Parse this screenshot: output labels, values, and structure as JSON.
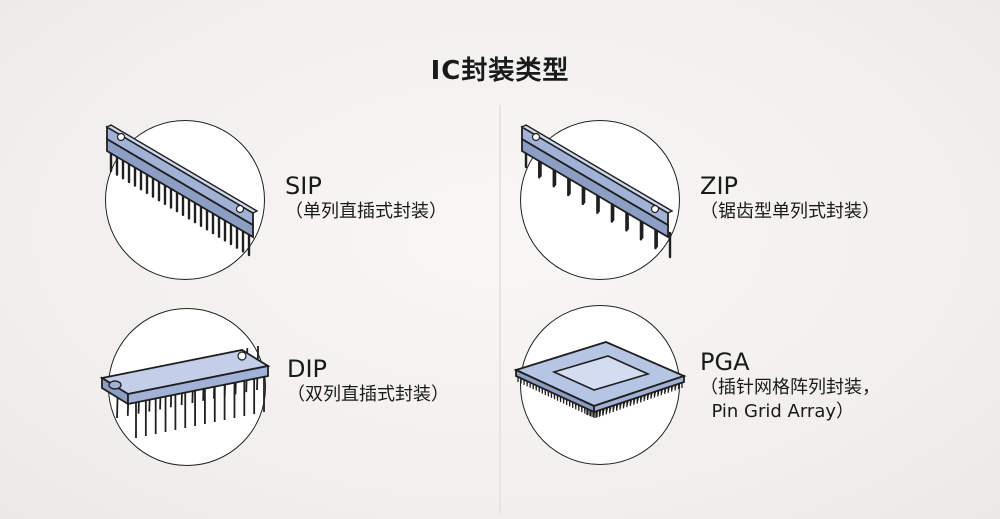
{
  "title": "IC封装类型",
  "packages": [
    {
      "name": "SIP",
      "desc": "（单列直插式封装）",
      "image": "sip-package"
    },
    {
      "name": "ZIP",
      "desc": "（锯齿型单列式封装）",
      "image": "zip-package"
    },
    {
      "name": "DIP",
      "desc": "（双列直插式封装）",
      "image": "dip-package"
    },
    {
      "name": "PGA",
      "desc": "（插针网格阵列封装，\n  Pin Grid Array）",
      "image": "pga-package"
    }
  ],
  "colors": {
    "chip_body": "#b9c7e4",
    "chip_side": "#8d9ec4",
    "outline": "#1f1f1f",
    "circle_fill": "#ffffff",
    "background": "#f3f1ee"
  }
}
